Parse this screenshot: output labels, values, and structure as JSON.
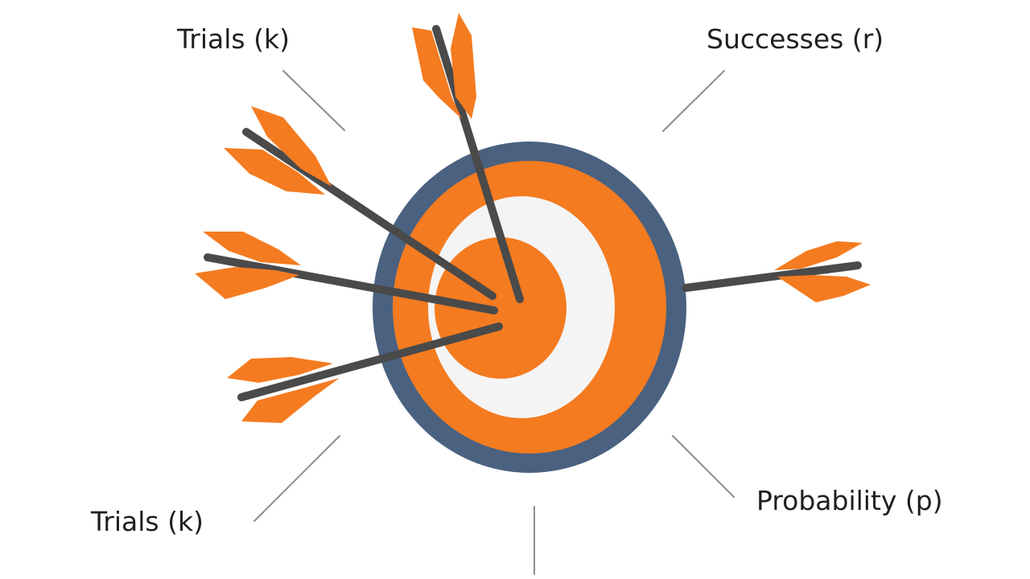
{
  "labels": {
    "top_left": "Trials (k)",
    "top_right": "Successes (r)",
    "bottom_right": "Probability (p)",
    "bottom_left": "Trials (k)"
  },
  "colors": {
    "outer_ring": "#4a6180",
    "orange": "#f47b20",
    "white_ring": "#f4f4f4",
    "shaft": "#4a4a4a",
    "leader_line": "#8c8c8c",
    "text": "#1f1f1f"
  },
  "icons": {
    "target": "target-icon",
    "arrow": "arrow-icon"
  }
}
